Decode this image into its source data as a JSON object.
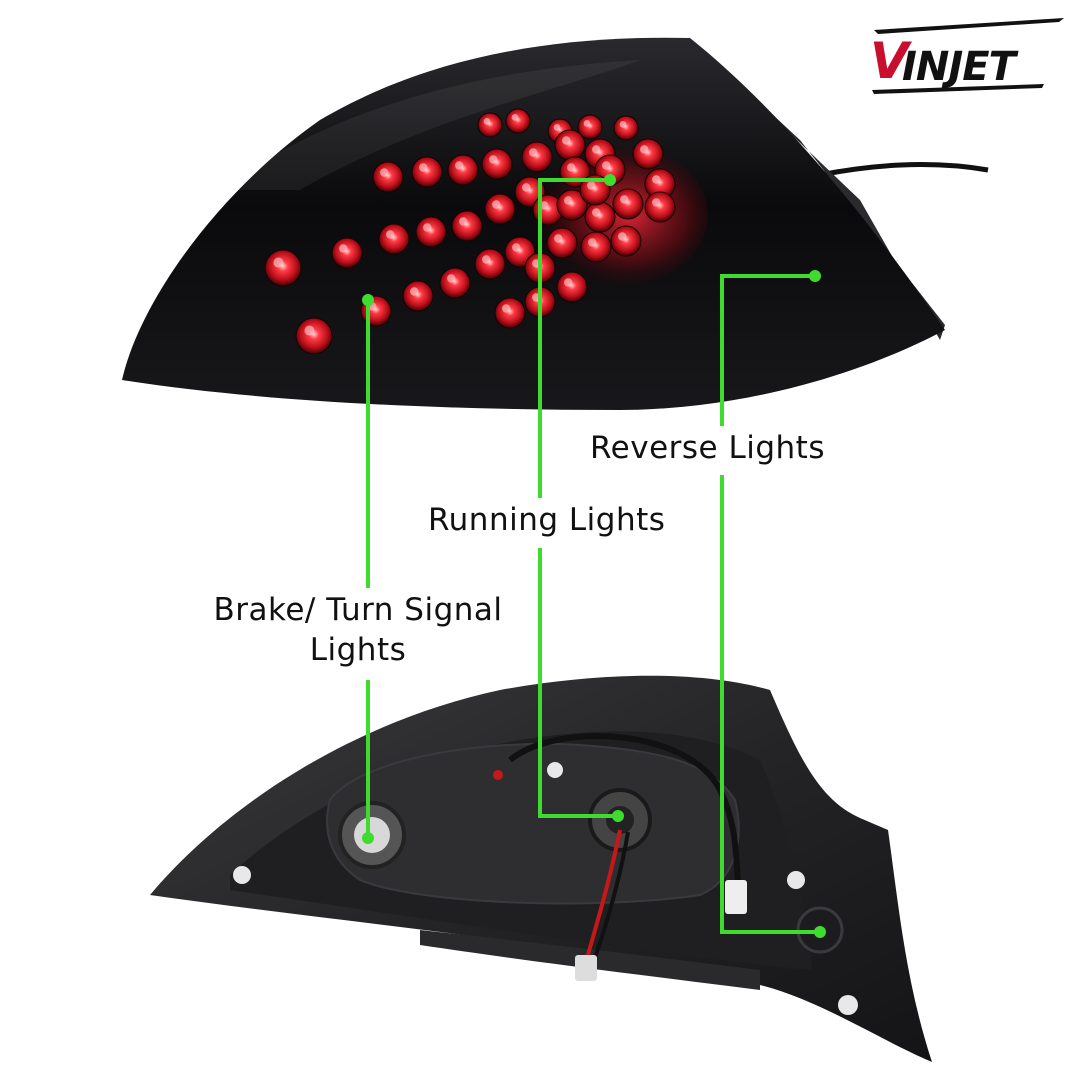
{
  "brand": {
    "logo_text": "VINJET",
    "colors": {
      "red": "#c8102e",
      "black": "#111111"
    }
  },
  "callouts": {
    "reverse_lights": "Reverse Lights",
    "running_lights": "Running Lights",
    "brake_turn_line1": "Brake/ Turn Signal",
    "brake_turn_line2": "Lights"
  },
  "colors": {
    "callout_line": "#3ddc2f",
    "lens": "#0d0d0f",
    "led": "#d4141c",
    "housing": "#2a2a2c"
  }
}
